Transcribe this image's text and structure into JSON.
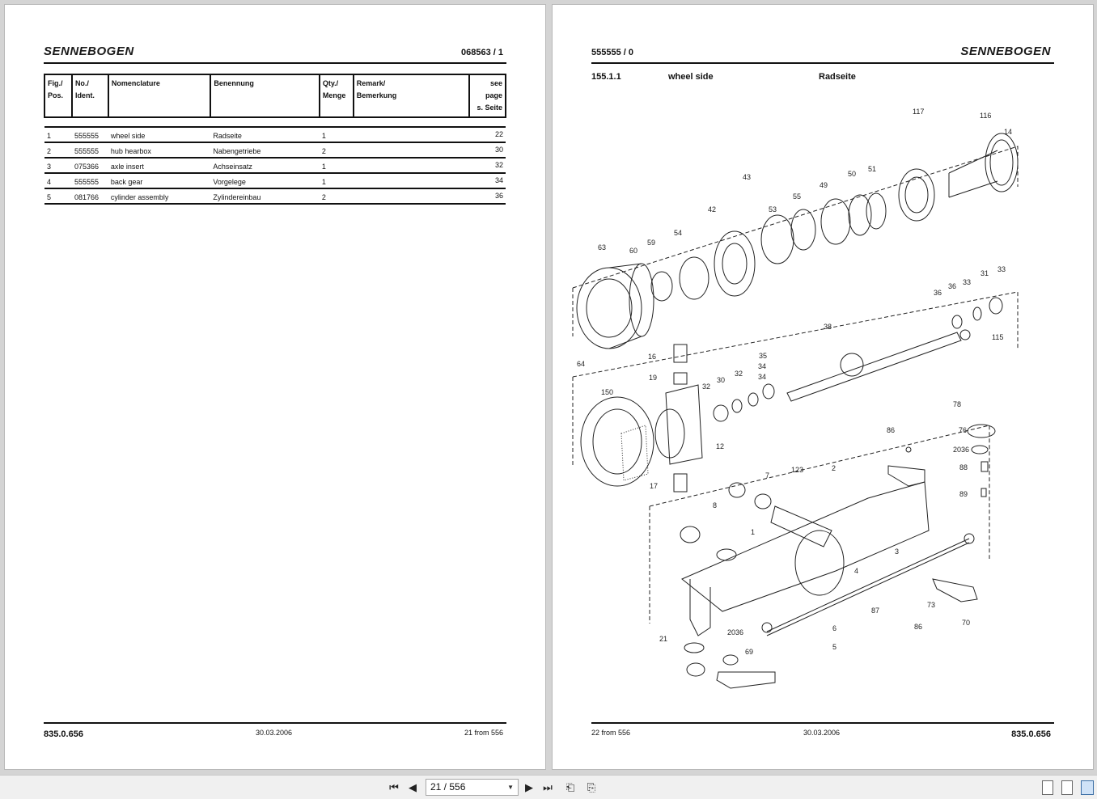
{
  "brand": "SENNEBOGEN",
  "left_page": {
    "header_number": "068563 / 1",
    "table": {
      "headers": [
        {
          "line1": "Fig./",
          "line2": "Pos."
        },
        {
          "line1": "No./",
          "line2": "Ident."
        },
        {
          "line1": "Nomenclature",
          "line2": ""
        },
        {
          "line1": "Benennung",
          "line2": ""
        },
        {
          "line1": "Qty./",
          "line2": "Menge"
        },
        {
          "line1": "Remark/",
          "line2": "Bemerkung"
        },
        {
          "line1": "see page",
          "line2": "s. Seite"
        }
      ],
      "rows": [
        {
          "pos": "1",
          "ident": "555555",
          "nomenclature": "wheel side",
          "benennung": "Radseite",
          "qty": "1",
          "remark": "",
          "page": "22"
        },
        {
          "pos": "2",
          "ident": "555555",
          "nomenclature": "hub hearbox",
          "benennung": "Nabengetriebe",
          "qty": "2",
          "remark": "",
          "page": "30"
        },
        {
          "pos": "3",
          "ident": "075366",
          "nomenclature": "axle insert",
          "benennung": "Achseinsatz",
          "qty": "1",
          "remark": "",
          "page": "32"
        },
        {
          "pos": "4",
          "ident": "555555",
          "nomenclature": "back gear",
          "benennung": "Vorgelege",
          "qty": "1",
          "remark": "",
          "page": "34"
        },
        {
          "pos": "5",
          "ident": "081766",
          "nomenclature": "cylinder assembly",
          "benennung": "Zylindereinbau",
          "qty": "2",
          "remark": "",
          "page": "36"
        }
      ]
    },
    "footer": {
      "doc": "835.0.656",
      "date": "30.03.2006",
      "page": "21 from 556"
    }
  },
  "right_page": {
    "header_number": "555555 / 0",
    "section": "155.1.1",
    "title_en": "wheel side",
    "title_de": "Radseite",
    "diagram_labels": [
      "117",
      "116",
      "14",
      "43",
      "49",
      "50",
      "51",
      "55",
      "53",
      "42",
      "54",
      "59",
      "60",
      "63",
      "64",
      "36",
      "36",
      "33",
      "31",
      "33",
      "115",
      "38",
      "16",
      "19",
      "35",
      "34",
      "34",
      "32",
      "30",
      "32",
      "150",
      "12",
      "17",
      "78",
      "76",
      "2036",
      "88",
      "89",
      "86",
      "7",
      "123",
      "2",
      "8",
      "1",
      "3",
      "4",
      "87",
      "73",
      "86",
      "70",
      "21",
      "2036",
      "69",
      "6",
      "5"
    ],
    "footer": {
      "page": "22 from 556",
      "date": "30.03.2006",
      "doc": "835.0.656"
    }
  },
  "toolbar": {
    "page_indicator": "21 / 556",
    "buttons": [
      "first-page-icon",
      "prev-page-icon",
      "next-page-icon",
      "last-page-icon",
      "rotate-back-icon",
      "rotate-forward-icon"
    ],
    "views": [
      "single-page-view-icon",
      "continuous-view-icon",
      "two-page-view-icon"
    ]
  }
}
